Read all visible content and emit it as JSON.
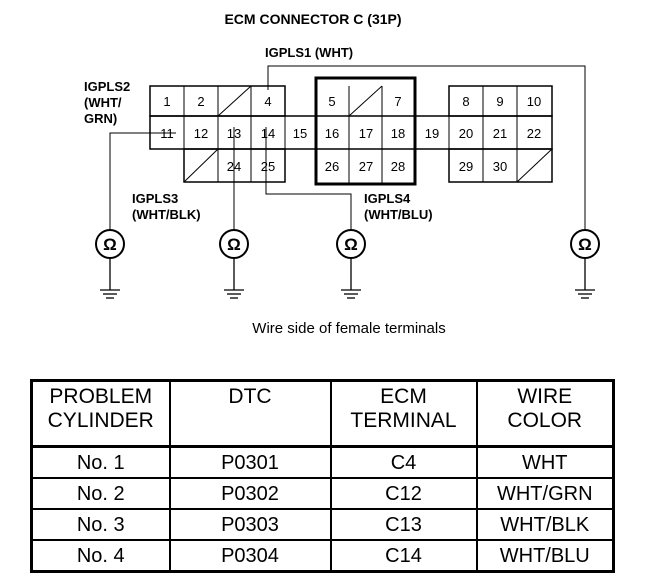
{
  "diagram": {
    "title": "ECM CONNECTOR C (31P)",
    "labels": {
      "igpls1": "IGPLS1 (WHT)",
      "igpls2_line1": "IGPLS2",
      "igpls2_line2": "(WHT/",
      "igpls2_line3": "GRN)",
      "igpls3_line1": "IGPLS3",
      "igpls3_line2": "(WHT/BLK)",
      "igpls4_line1": "IGPLS4",
      "igpls4_line2": "(WHT/BLU)"
    },
    "pins": [
      "1",
      "2",
      "4",
      "5",
      "7",
      "8",
      "9",
      "10",
      "11",
      "12",
      "13",
      "14",
      "15",
      "16",
      "17",
      "18",
      "19",
      "20",
      "21",
      "22",
      "24",
      "25",
      "26",
      "27",
      "28",
      "29",
      "30"
    ],
    "ohm_symbol": "Ω",
    "caption": "Wire side of female terminals"
  },
  "table": {
    "headers": [
      {
        "line1": "PROBLEM",
        "line2": "CYLINDER"
      },
      {
        "line1": "DTC",
        "line2": ""
      },
      {
        "line1": "ECM",
        "line2": "TERMINAL"
      },
      {
        "line1": "WIRE",
        "line2": "COLOR"
      }
    ],
    "rows": [
      {
        "cylinder": "No. 1",
        "dtc": "P0301",
        "terminal": "C4",
        "color": "WHT"
      },
      {
        "cylinder": "No. 2",
        "dtc": "P0302",
        "terminal": "C12",
        "color": "WHT/GRN"
      },
      {
        "cylinder": "No. 3",
        "dtc": "P0303",
        "terminal": "C13",
        "color": "WHT/BLK"
      },
      {
        "cylinder": "No. 4",
        "dtc": "P0304",
        "terminal": "C14",
        "color": "WHT/BLU"
      }
    ]
  }
}
